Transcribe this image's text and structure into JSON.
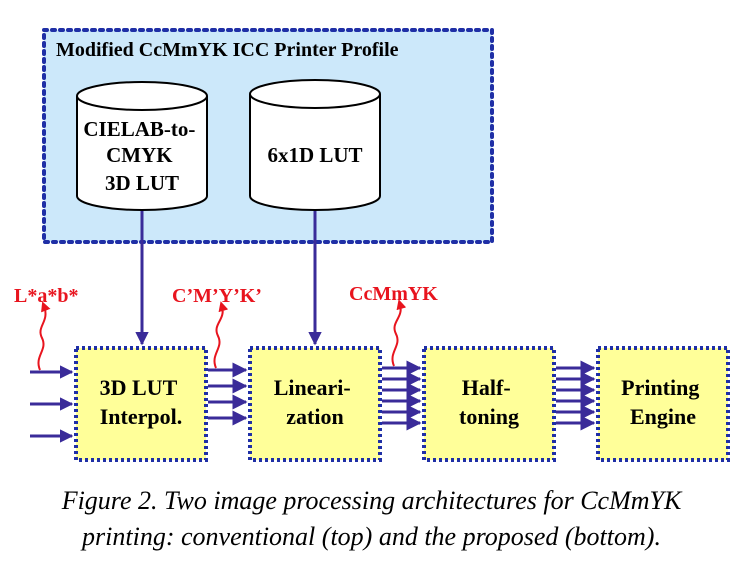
{
  "profile": {
    "title": "Modified CcMmYK ICC Printer Profile"
  },
  "databases": {
    "lut3d": [
      "CIELAB-to-",
      "CMYK",
      "3D LUT"
    ],
    "lut1d": [
      "6x1D LUT"
    ]
  },
  "blocks": {
    "interp": [
      "3D LUT",
      "Interpol."
    ],
    "linear": [
      "Lineari-",
      "zation"
    ],
    "halftone": [
      "Half-",
      "toning"
    ],
    "engine": [
      "Printing",
      "Engine"
    ]
  },
  "signals": {
    "lab": "L*a*b*",
    "cmyk_prime": "C’M’Y’K’",
    "ccmmyk": "CcMmYK"
  },
  "caption": {
    "line1": "Figure 2. Two image processing architectures for CcMmYK",
    "line2": "printing: conventional (top) and the proposed (bottom)."
  },
  "colors": {
    "profile_fill": "#cce8fa",
    "profile_border": "#1f2fa6",
    "block_fill": "#ffff99",
    "block_border": "#1f2fa6",
    "arrow": "#3a2b99",
    "signal_text": "#e8141e"
  }
}
